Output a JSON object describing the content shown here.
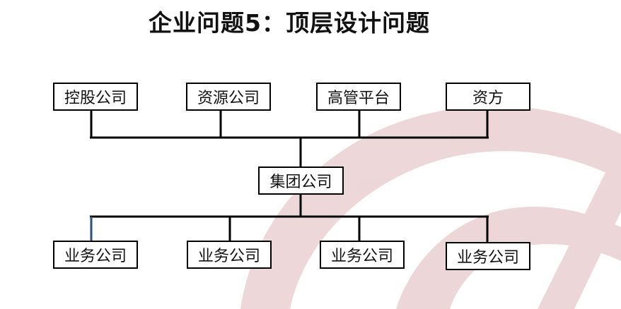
{
  "title": "企业问题5：顶层设计问题",
  "colors": {
    "watermark": "#e8c9cb",
    "line": "#000000",
    "accent_line": "#2f4f7f"
  },
  "top_nodes": [
    "控股公司",
    "资源公司",
    "高管平台",
    "资方"
  ],
  "center_node": "集团公司",
  "bottom_nodes": [
    "业务公司",
    "业务公司",
    "业务公司",
    "业务公司"
  ]
}
